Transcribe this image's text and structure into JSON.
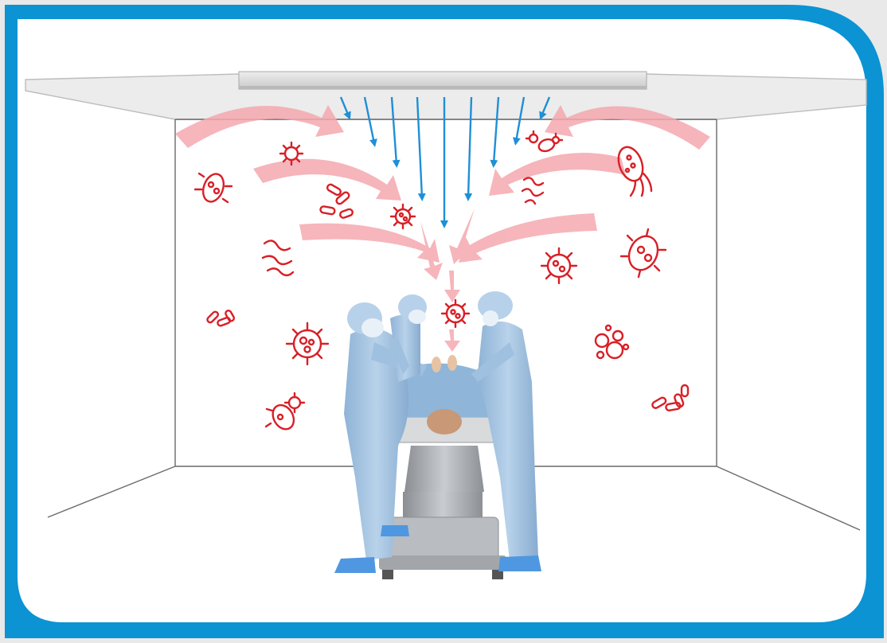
{
  "figure": {
    "frame_color": "#0b93d3",
    "background": "#ffffff",
    "room_line_color": "#555555",
    "ceiling_fill": "#e6e6e6",
    "air_diffuser_fill": "#d7d7d7",
    "clean_airflow_color": "#1f8fd6",
    "contaminated_airflow_color": "#f4a9b0",
    "microbe_color": "#d81f26",
    "scrubs_color": "#a9c7e2",
    "table_color": "#a8acb0"
  },
  "scene": {
    "clean_airflow_arrows": 9,
    "contaminated_airflow_arrows": 10,
    "microbe_icons": 16,
    "surgeons": 3
  }
}
